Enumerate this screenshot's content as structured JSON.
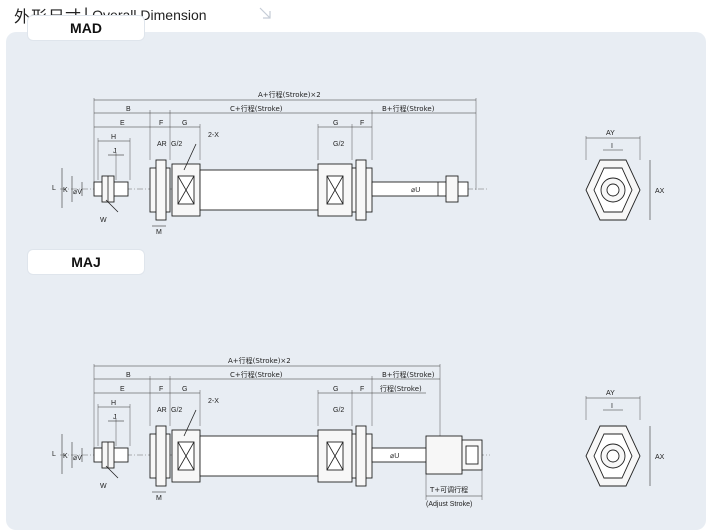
{
  "header": {
    "title_zh": "外形尺寸",
    "separator": "|",
    "title_en": "Overall Dimension"
  },
  "colors": {
    "panel": "#e8edf3",
    "tab": "#ffffff",
    "line": "#222222"
  },
  "models": {
    "mad": {
      "name": "MAD",
      "labels": {
        "total": "A+行程(Stroke)×2",
        "b": "B",
        "c": "C+行程(Stroke)",
        "b_right": "B+行程(Stroke)",
        "e": "E",
        "f": "F",
        "g": "G",
        "g2": "G",
        "f2": "F",
        "h": "H",
        "ar": "AR",
        "g_half": "G/2",
        "g_half2": "G/2",
        "x": "2-X",
        "j": "J",
        "l": "L",
        "k": "K",
        "v": "⌀V",
        "w": "W",
        "m": "M",
        "u": "⌀U",
        "ay": "AY",
        "i": "I",
        "ax": "AX"
      }
    },
    "maj": {
      "name": "MAJ",
      "labels": {
        "total": "A+行程(Stroke)×2",
        "b": "B",
        "c": "C+行程(Stroke)",
        "b_right": "B+行程(Stroke)",
        "e": "E",
        "f": "F",
        "g": "G",
        "g2": "G",
        "f2": "F",
        "stroke": "行程(Stroke)",
        "h": "H",
        "ar": "AR",
        "g_half": "G/2",
        "g_half2": "G/2",
        "x": "2-X",
        "j": "J",
        "l": "L",
        "k": "K",
        "v": "⌀V",
        "w": "W",
        "m": "M",
        "u": "⌀U",
        "adjust_zh": "T+可调行程",
        "adjust_en": "(Adjust Stroke)",
        "ay": "AY",
        "i": "I",
        "ax": "AX"
      }
    }
  }
}
